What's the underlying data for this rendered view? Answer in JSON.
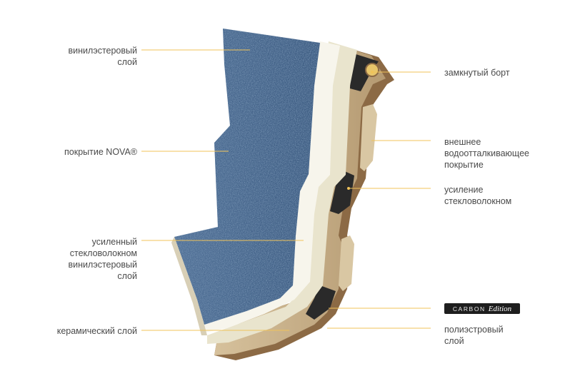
{
  "labels": {
    "vinylester_layer": "винилэстеровый\nслой",
    "nova_coating": "покрытие NOVA®",
    "reinforced_layer": "усиленный\nстекловолокном\nвинилэстеровый\nслой",
    "ceramic_layer": "керамический слой",
    "closed_rim": "замкнутый борт",
    "outer_coating": "внешнее\nводоотталкивающее\nпокрытие",
    "fiberglass_reinforcement": "усиление\nстекловолокном",
    "polyester_layer": "полиэстровый\nслой"
  },
  "badge": {
    "word1": "CARBON",
    "word2": "Edition"
  },
  "colors": {
    "leader_line": "#f0c35a",
    "surface_blue": "#3f5f86",
    "cream": "#e9e4cd",
    "tan": "#c7ad86",
    "brown": "#8c6a45",
    "carbon": "#2a2a2a"
  }
}
